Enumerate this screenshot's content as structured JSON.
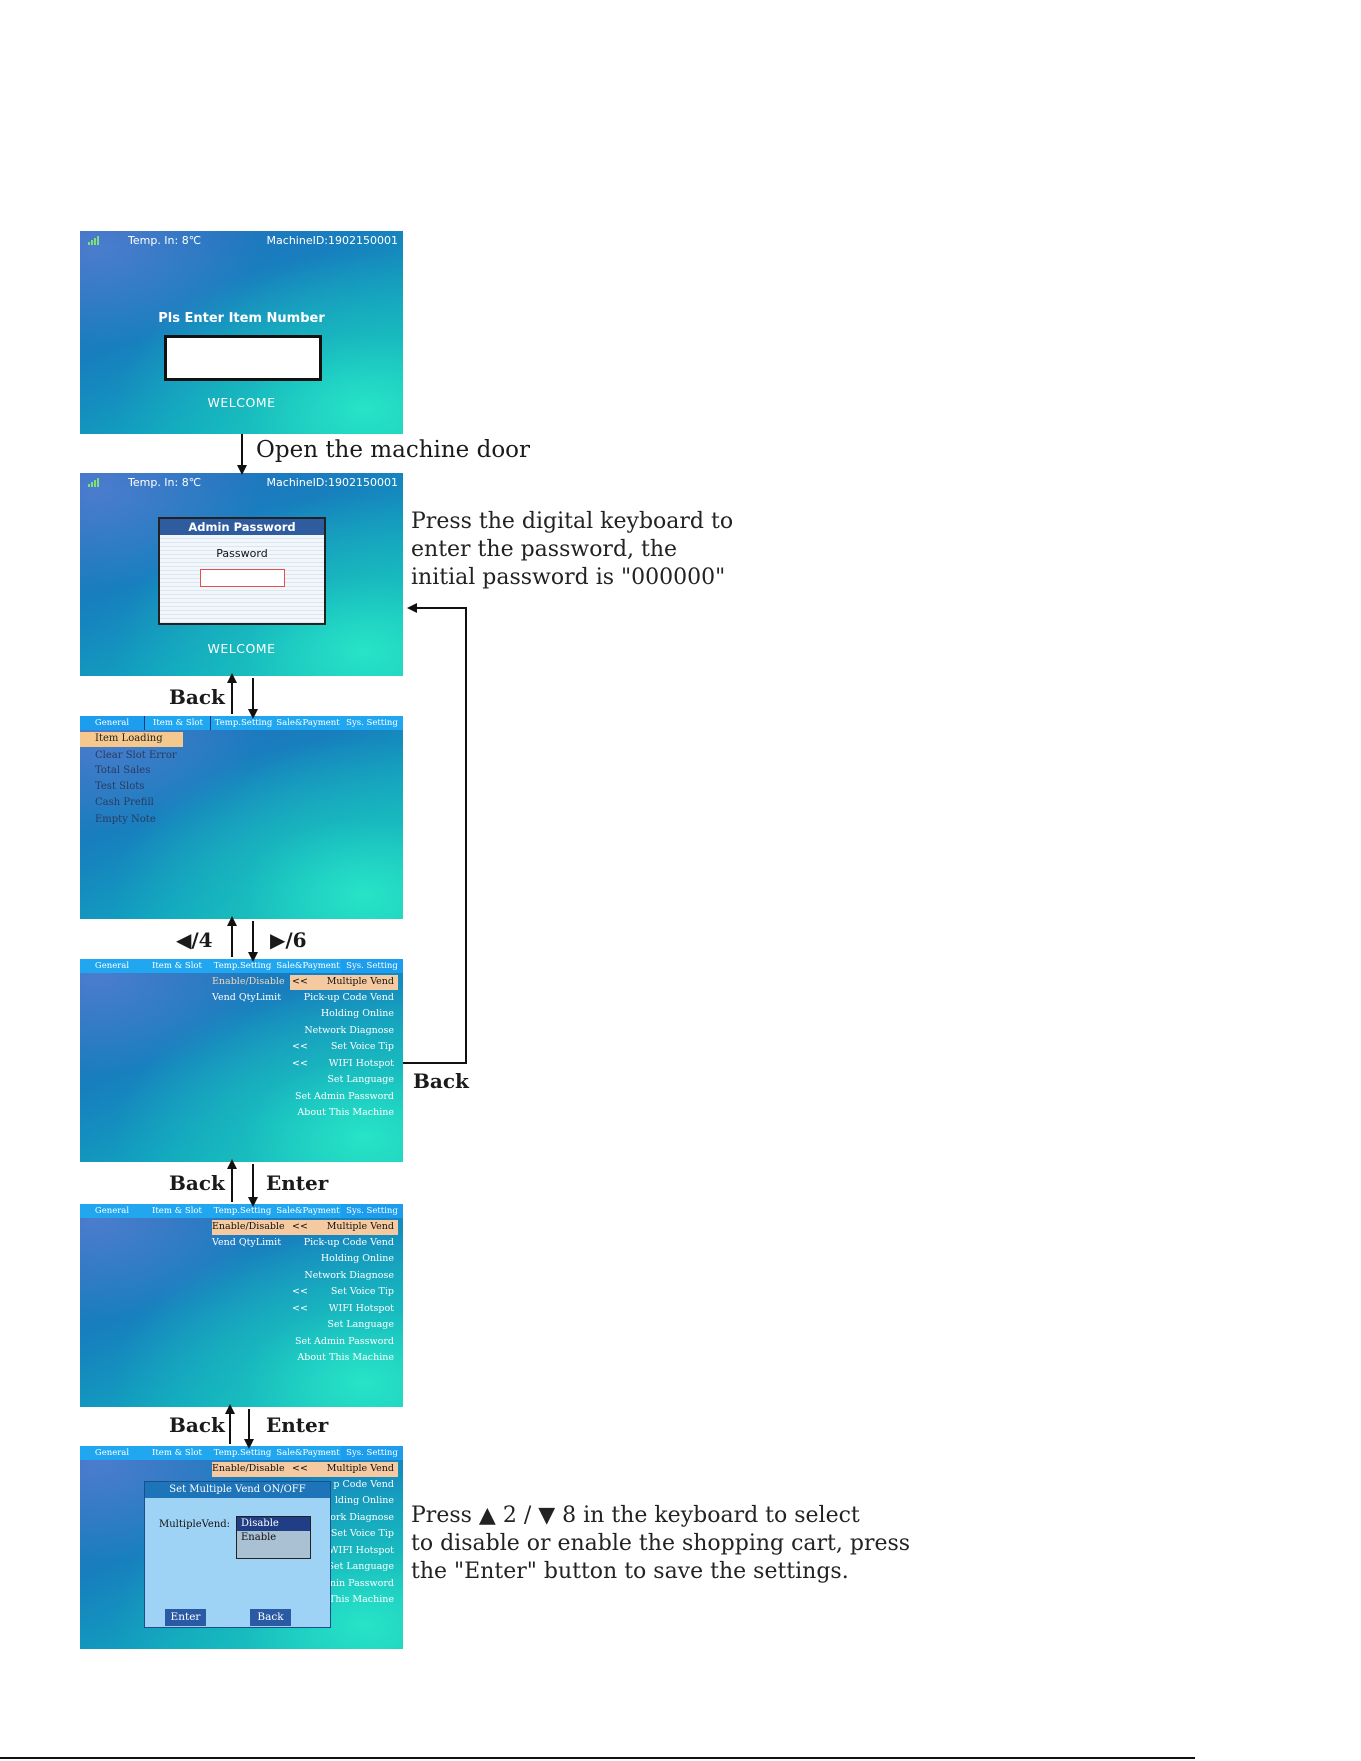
{
  "status_bar": {
    "temp": "Temp. In: 8℃",
    "machine_id": "MachineID:1902150001"
  },
  "screen1": {
    "prompt": "Pls Enter Item Number",
    "welcome": "WELCOME"
  },
  "screen2": {
    "dialog_title": "Admin Password",
    "password_label": "Password",
    "welcome": "WELCOME"
  },
  "tabs": [
    "General",
    "Item & Slot",
    "Temp.Setting",
    "Sale&Payment",
    "Sys. Setting"
  ],
  "general_menu": [
    "Item Loading",
    "Clear Slot Error",
    "Total Sales",
    "Test Slots",
    "Cash Prefill",
    "Empty Note"
  ],
  "sys_menu": {
    "left": [
      "Enable/Disable",
      "Vend QtyLimit"
    ],
    "arrow": "<<",
    "right": [
      "Multiple Vend",
      "Pick-up Code Vend",
      "Holding Online",
      "Network Diagnose",
      "Set Voice Tip",
      "WIFI Hotspot",
      "Set Language",
      "Set Admin Password",
      "About This Machine"
    ]
  },
  "screen6": {
    "dialog_title": "Set Multiple Vend ON/OFF",
    "field_label": "MultipleVend:",
    "options": [
      "Disable",
      "Enable"
    ],
    "enter_button": "Enter",
    "back_button": "Back",
    "menu_right_partial": [
      "p Code Vend",
      "lding Online",
      "ork Diagnose",
      "Set Voice Tip",
      "WIFI Hotspot",
      "Set Language",
      "nin Password",
      "This Machine"
    ]
  },
  "flow_labels": {
    "open_door": "Open the machine door",
    "back": "Back",
    "enter": "Enter",
    "left_key": "◀/4",
    "right_key": "▶/6"
  },
  "captions": {
    "password": [
      "Press the digital keyboard to",
      "enter the password, the",
      "initial password is \"000000\""
    ],
    "multiple_vend": [
      "Press ▲ 2 / ▼ 8 in the keyboard to select",
      "to disable or enable the shopping cart, press",
      "the \"Enter\" button to save the settings."
    ]
  }
}
